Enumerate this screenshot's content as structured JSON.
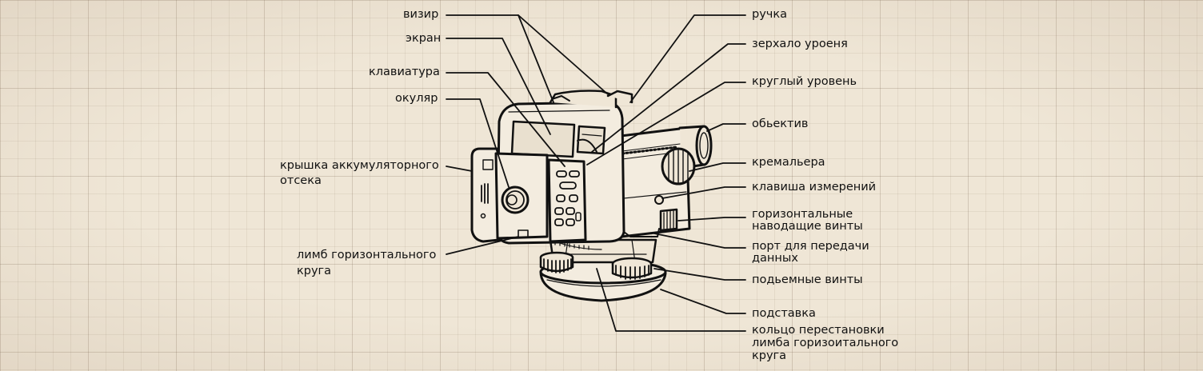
{
  "labels": {
    "vizir": "визир",
    "ekran": "экран",
    "klaviatura": "клавиатура",
    "okulyar": "окуляр",
    "kryshka_line1": "крышка аккумуляторного",
    "kryshka_line2": "отсека",
    "limb_line1": "лимб горизонтального",
    "limb_line2": "круга",
    "ruchka": "ручка",
    "zerkalo": "зерхало уроеня",
    "kruglyi": "круглый уровень",
    "obektiv": "обьектив",
    "kremalera": "кремальера",
    "klavisha": "клавиша измерений",
    "gor_line1": "горизонтальные",
    "gor_line2": "наводащие винты",
    "port_line1": "порт для передачи",
    "port_line2": "данных",
    "podemnye": "подьемные винты",
    "podstavka": "подставка",
    "koltso_line1": "кольцо перестановки",
    "koltso_line2": "лимба горизоитального",
    "koltso_line3": "круга"
  }
}
